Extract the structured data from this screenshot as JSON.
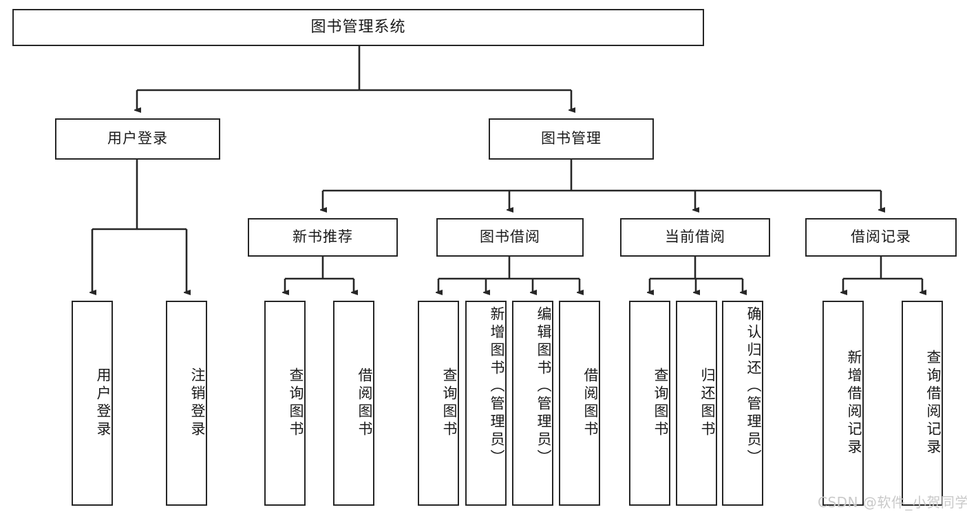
{
  "diagram": {
    "title": "图书管理系统",
    "root": {
      "label": "图书管理系统"
    },
    "level2": [
      {
        "label": "用户登录"
      },
      {
        "label": "图书管理"
      }
    ],
    "level3": [
      {
        "label": "新书推荐"
      },
      {
        "label": "图书借阅"
      },
      {
        "label": "当前借阅"
      },
      {
        "label": "借阅记录"
      }
    ],
    "leaves_user_login": [
      {
        "label": "用户登录"
      },
      {
        "label": "注销登录"
      }
    ],
    "leaves_new_book": [
      {
        "label": "查询图书"
      },
      {
        "label": "借阅图书"
      }
    ],
    "leaves_borrow": [
      {
        "label": "查询图书"
      },
      {
        "label": "新增图书（管理员）"
      },
      {
        "label": "编辑图书（管理员）"
      },
      {
        "label": "借阅图书"
      }
    ],
    "leaves_current": [
      {
        "label": "查询图书"
      },
      {
        "label": "归还图书"
      },
      {
        "label": "确认归还（管理员）"
      }
    ],
    "leaves_record": [
      {
        "label": "新增借阅记录"
      },
      {
        "label": "查询借阅记录"
      }
    ]
  },
  "watermark": {
    "text": "CSDN @软件_小贺同学"
  },
  "colors": {
    "stroke": "#262626",
    "background": "#ffffff",
    "text": "#1a1a1a",
    "watermark": "#c9c9c9"
  }
}
